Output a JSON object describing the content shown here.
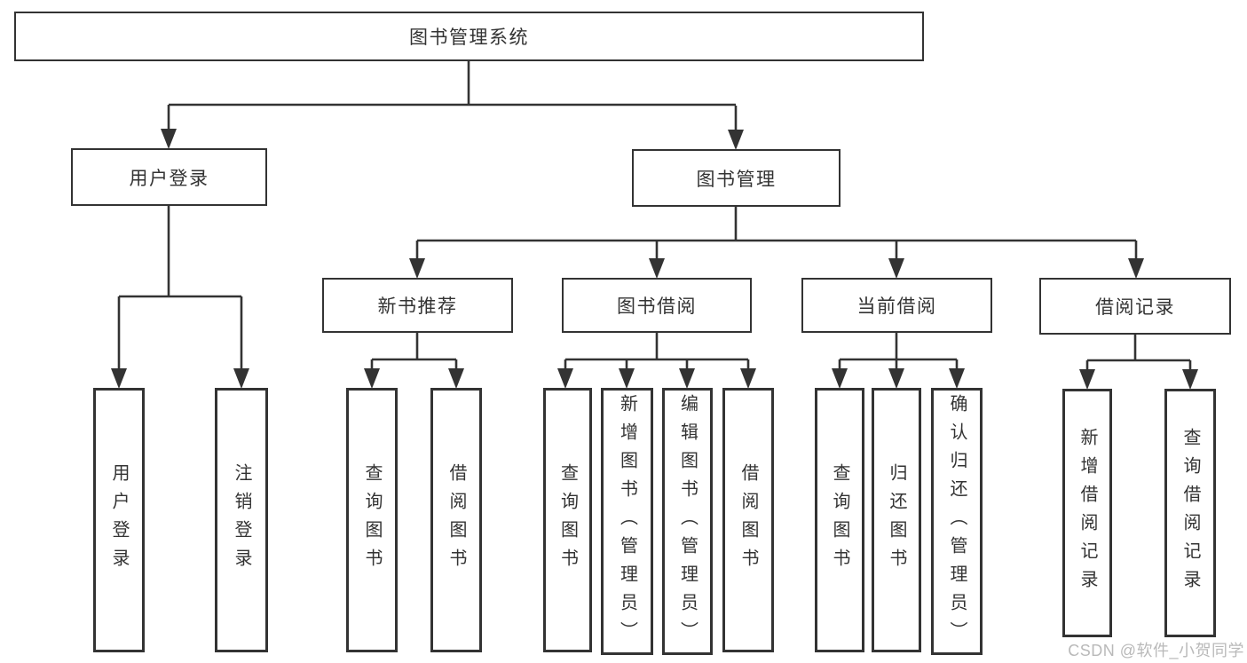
{
  "diagram": {
    "root": {
      "label": "图书管理系统"
    },
    "level2": [
      {
        "label": "用户登录"
      },
      {
        "label": "图书管理"
      }
    ],
    "level3": [
      {
        "label": "新书推荐"
      },
      {
        "label": "图书借阅"
      },
      {
        "label": "当前借阅"
      },
      {
        "label": "借阅记录"
      }
    ],
    "leaves": {
      "login": [
        "用户登录",
        "注销登录"
      ],
      "recommend": [
        "查询图书",
        "借阅图书"
      ],
      "borrow": [
        "查询图书",
        "新增图书（管理员）",
        "编辑图书（管理员）",
        "借阅图书"
      ],
      "current": [
        "查询图书",
        "归还图书",
        "确认归还（管理员）"
      ],
      "records": [
        "新增借阅记录",
        "查询借阅记录"
      ]
    }
  },
  "watermark": {
    "text": "CSDN @软件_小贺同学"
  },
  "colors": {
    "line": "#333333",
    "box_border": "#333333",
    "text": "#333333",
    "watermark": "#b9b9b9",
    "background": "#ffffff"
  }
}
